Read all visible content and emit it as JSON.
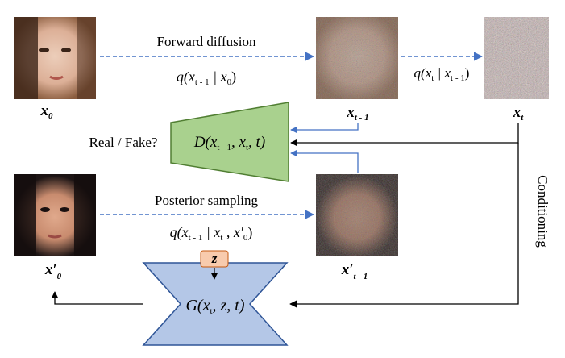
{
  "images": {
    "x0": {
      "label": "x",
      "sub": "0"
    },
    "xt_minus_1": {
      "label": "x",
      "sub": "t - 1"
    },
    "xt": {
      "label": "x",
      "sub": "t"
    },
    "x0_prime": {
      "label": "x′",
      "sub": "0"
    },
    "xt_minus_1_prime": {
      "label": "x′",
      "sub": "t - 1"
    }
  },
  "forward": {
    "title": "Forward diffusion",
    "formula_left": "q(x",
    "formula_left_sub": "t - 1",
    "formula_left_rest": " | x",
    "formula_left_sub2": "0",
    "formula_left_close": ")",
    "formula_right": "q(x",
    "formula_right_sub": "t",
    "formula_right_rest": " | x",
    "formula_right_sub2": "t - 1",
    "formula_right_close": ")"
  },
  "discriminator": {
    "question": "Real / Fake?",
    "formula": "D(x",
    "sub1": "t - 1",
    "mid": ", x",
    "sub2": "t",
    "end": ", t)"
  },
  "posterior": {
    "title": "Posterior sampling",
    "formula": "q(x",
    "sub1": "t - 1",
    "mid1": " | x",
    "sub2": "t",
    "mid2": " , x′",
    "sub3": "0",
    "end": ")"
  },
  "generator": {
    "noise": "z",
    "formula": "G(x",
    "sub1": "t",
    "end": ", z, t)"
  },
  "conditioning": "Conditioning",
  "colors": {
    "generator_fill": "#b4c7e7",
    "discriminator_fill": "#a9d18e",
    "noise_fill": "#f8cbad",
    "dashed_arrow": "#4472c4"
  }
}
